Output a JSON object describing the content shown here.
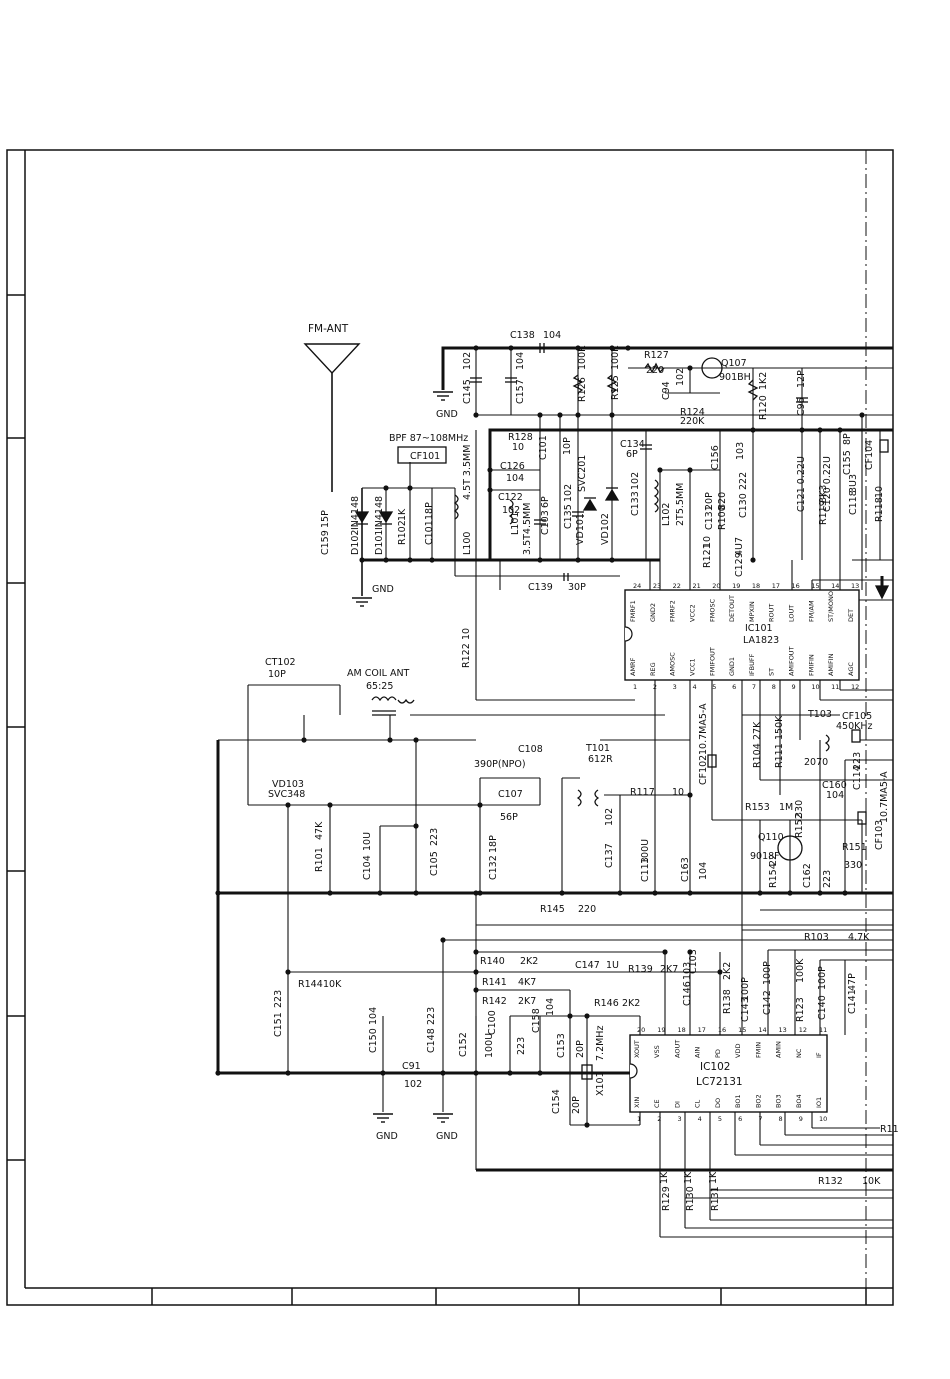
{
  "fm_antenna": "FM-ANT",
  "am_coil": {
    "title": "AM COIL ANT",
    "ratio": "65:25"
  },
  "filter": {
    "title": "BPF 87~108MHz",
    "ref": "CF101"
  },
  "ic101": {
    "ref": "IC101",
    "part": "LA1823",
    "top_pins": [
      "FMRF1",
      "GND2",
      "FMRF2",
      "VCC2",
      "FMOSC",
      "DETOUT",
      "MPXIN",
      "ROUT",
      "LOUT",
      "FM/AM",
      "ST/MONO",
      "DET"
    ],
    "top_nums": [
      "24",
      "23",
      "22",
      "21",
      "20",
      "19",
      "18",
      "17",
      "16",
      "15",
      "14",
      "13"
    ],
    "bottom_pins": [
      "AMRF",
      "REG",
      "AMOSC",
      "VCC1",
      "FMIFOUT",
      "GND1",
      "IFBUFF",
      "ST",
      "AMIFOUT",
      "FMIFIN",
      "AMIFIN",
      "AGC"
    ],
    "bottom_nums": [
      "1",
      "2",
      "3",
      "4",
      "5",
      "6",
      "7",
      "8",
      "9",
      "10",
      "11",
      "12"
    ]
  },
  "ic102": {
    "ref": "IC102",
    "part": "LC72131",
    "top_pins": [
      "XOUT",
      "VSS",
      "AOUT",
      "AIN",
      "PD",
      "VDD",
      "FMIN",
      "AMIN",
      "NC",
      "IF"
    ],
    "top_nums": [
      "20",
      "19",
      "18",
      "17",
      "16",
      "15",
      "14",
      "13",
      "12",
      "11"
    ],
    "bottom_pins": [
      "XIN",
      "CE",
      "DI",
      "CL",
      "DO",
      "BO1",
      "BO2",
      "BO3",
      "BO4",
      "IO1"
    ],
    "bottom_nums": [
      "1",
      "2",
      "3",
      "4",
      "5",
      "6",
      "7",
      "8",
      "9",
      "10"
    ]
  },
  "ground_label": "GND",
  "labels": [
    "C138",
    "104",
    "C145",
    "102",
    "C157",
    "104",
    "R126",
    "100K",
    "R125",
    "100K",
    "R127",
    "220",
    "Q107",
    "901BH",
    "C94",
    "102",
    "R124",
    "220K",
    "R120",
    "1K2",
    "C96",
    "12P",
    "R128",
    "10",
    "C101",
    "10P",
    "C134",
    "6P",
    "C156",
    "103",
    "C121 0.22U",
    "C120 0.22U",
    "C155",
    "8P",
    "CF104",
    "C126",
    "104",
    "C122",
    "102",
    "C103",
    "6P",
    "C135",
    "102",
    "SVC201",
    "C133",
    "102",
    "L102",
    "2T5.5MM",
    "C131",
    "20P",
    "R100",
    "820",
    "C130",
    "222",
    "R119",
    "3K3",
    "C118",
    "3U3",
    "R118",
    "10",
    "L101",
    "3.5T4.5MM",
    "VD101",
    "VD102",
    "C159",
    "15P",
    "D102",
    "IN4148",
    "D101",
    "IN4148",
    "R102",
    "1K",
    "C101",
    "18P",
    "L100",
    "4.5T 3.5MM",
    "R121",
    "10",
    "C129",
    "4U7",
    "C139",
    "30P",
    "R122",
    "10",
    "CT102",
    "10P",
    "C108",
    "390P(NPO)",
    "T101",
    "612R",
    "T103",
    "CF105",
    "450KHz",
    "R104",
    "27K",
    "R111",
    "150K",
    "2070",
    "VD103",
    "SVC348",
    "C107",
    "56P",
    "R117",
    "10",
    "CF102",
    "10.7MA5-A",
    "C160",
    "104",
    "C114",
    "223",
    "R153",
    "1M",
    "R152",
    "330",
    "Q110",
    "9018F",
    "R151",
    "330",
    "CF103",
    "10.7MA5-A",
    "R101",
    "47K",
    "C104",
    "10U",
    "C105",
    "223",
    "C132",
    "18P",
    "C137",
    "102",
    "C113",
    "100U",
    "C163",
    "104",
    "R154",
    "22",
    "C162",
    "223",
    "R145",
    "220",
    "R103",
    "4.7K",
    "R140",
    "2K2",
    "C147",
    "1U",
    "R139",
    "2K7",
    "C103",
    "R141",
    "4K7",
    "R142",
    "2K7",
    "R146",
    "2K2",
    "C146",
    "103",
    "R138",
    "2K2",
    "C143",
    "100P",
    "C142",
    "100P",
    "R123",
    "100K",
    "C140",
    "100P",
    "C141",
    "47P",
    "C151",
    "223",
    "R144",
    "10K",
    "C150",
    "104",
    "C91",
    "102",
    "C148",
    "223",
    "C152",
    "100U",
    "C100",
    "223",
    "C158",
    "104",
    "C153",
    "20P",
    "X101",
    "7.2MHz",
    "C154",
    "20P",
    "R11",
    "R129",
    "1K",
    "R130",
    "1K",
    "R131",
    "1K",
    "R132",
    "10K"
  ]
}
